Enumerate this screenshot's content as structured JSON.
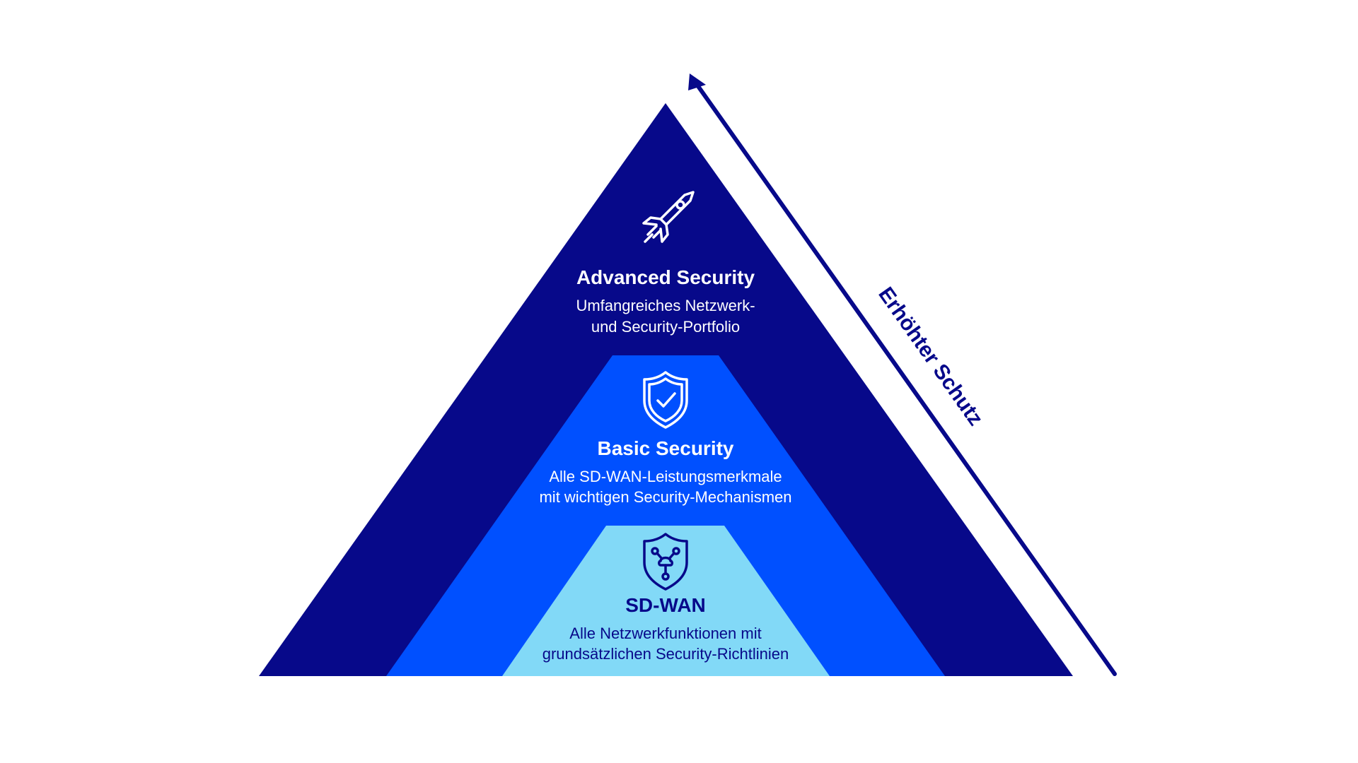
{
  "colors": {
    "advanced": "#07098a",
    "basic": "#0050ff",
    "sdwan": "#82d9f7",
    "axis": "#07098a",
    "text_light": "#ffffff",
    "text_dark": "#07098a"
  },
  "axis": {
    "label": "Erhöhter Schutz"
  },
  "tiers": [
    {
      "title": "Advanced Security",
      "description_line1": "Umfangreiches Netzwerk-",
      "description_line2": "und Security-Portfolio",
      "icon": "rocket-icon"
    },
    {
      "title": "Basic Security",
      "description_line1": "Alle SD-WAN-Leistungsmerkmale",
      "description_line2": "mit wichtigen Security-Mechanismen",
      "icon": "shield-check-icon"
    },
    {
      "title": "SD-WAN",
      "description_line1": "Alle Netzwerkfunktionen mit",
      "description_line2": "grundsätzlichen Security-Richtlinien",
      "icon": "shield-network-icon"
    }
  ]
}
